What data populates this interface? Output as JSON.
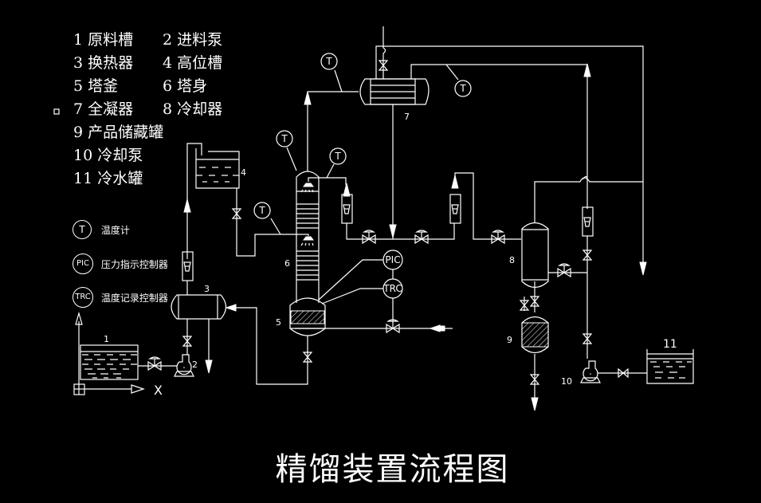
{
  "title": "精馏装置流程图",
  "colors": {
    "background": "#000000",
    "line": "#ffffff"
  },
  "legend": {
    "items": [
      {
        "num": "1",
        "name": "原料槽"
      },
      {
        "num": "2",
        "name": "进料泵"
      },
      {
        "num": "3",
        "name": "换热器"
      },
      {
        "num": "4",
        "name": "高位槽"
      },
      {
        "num": "5",
        "name": "塔釜"
      },
      {
        "num": "6",
        "name": "塔身"
      },
      {
        "num": "7",
        "name": "全凝器"
      },
      {
        "num": "8",
        "name": "冷却器"
      },
      {
        "num": "9",
        "name": "产品储藏罐"
      },
      {
        "num": "10",
        "name": "冷却泵"
      },
      {
        "num": "11",
        "name": "冷水罐"
      }
    ]
  },
  "symbols": [
    {
      "code": "T",
      "name": "温度计"
    },
    {
      "code": "PIC",
      "name": "压力指示控制器"
    },
    {
      "code": "TRC",
      "name": "温度记录控制器"
    }
  ],
  "instruments": {
    "pic": "PIC",
    "trc": "TRC",
    "t": "T"
  },
  "equipment_labels": {
    "e1": "1",
    "e2": "2",
    "e3": "3",
    "e4": "4",
    "e5": "5",
    "e6": "6",
    "e7": "7",
    "e8": "8",
    "e9": "9",
    "e10": "10",
    "e11": "11"
  },
  "misc": {
    "x_mark": "X"
  }
}
